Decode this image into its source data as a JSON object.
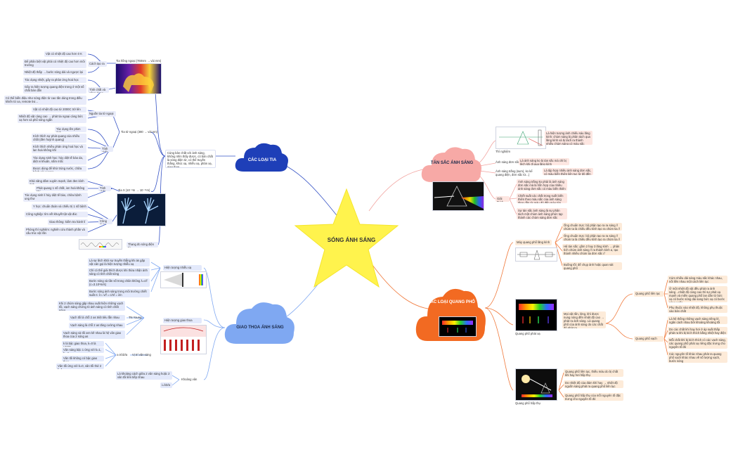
{
  "center": {
    "title": "SÓNG ÁNH SÁNG",
    "color": "#fff34d"
  },
  "branches": {
    "tia": {
      "title": "CÁC LOẠI TIA",
      "color": "#1e3fb8"
    },
    "tansac": {
      "title": "TÁN SẮC ÁNH SÁNG",
      "color": "#f7a9a6"
    },
    "quangpho": {
      "title": "CÁC LOẠI QUANG PHỔ",
      "color": "#f26a22"
    },
    "giaothoa": {
      "title": "GIAO THOA ÁNH SÁNG",
      "color": "#7fa8f2"
    }
  },
  "tia": {
    "summary": "Cùng bản chất với ánh sáng, không nhìn thấy được, có bản chất là sóng điện từ, có thể truyền thẳng, khúc xạ, nhiễu xạ, phản xạ, giao thoa",
    "hongngoai": {
      "label": "Tia hồng ngoại (760nm → vài mm)",
      "cachtaora": "Cách tạo ra",
      "cachtaora_items": [
        "Vật có nhiệt độ cao hơn 0 K",
        "Để phân biệt vật phải có nhiệt độ cao hơn môi trường",
        "Nhiệt độ thấp → bước sóng dài và ngược lại"
      ],
      "tinhchat": "Tính chất và công dụng",
      "tinhchat_items": [
        "Tác dụng nhiệt, gây ra phản ứng hoá học",
        "Gây ra hiện tượng quang điện trong ở một số chất bán dẫn",
        "Có thể biến điệu như sóng điện từ cao tần dùng trong điều khiển từ xa, remote tivi..."
      ]
    },
    "tungoai": {
      "label": "Tia tử ngoại (380 → vài nm)",
      "nguon": "Nguồn tia tử ngoại",
      "nguon_items": [
        "Vật có nhiệt độ cao từ 2000C trở lên",
        "Nhiệt độ vật càng cao → phát tia ngoại càng bức xạ hơn và phổ sóng ngắn"
      ],
      "tinhchat": "Tính chất",
      "tinhchat_items": [
        "Tác dụng lên phim ảnh",
        "Kích thích sự phát quang của nhiều chất (đèn huỳnh quang)",
        "Kích thích nhiều phản ứng hoá học và lan hoá không khí",
        "Tác dụng sinh học: hủy diệt tế bào da, diệt vi khuẩn, nấm mốc",
        "Được dùng để khử trùng nước, chữa bệnh còi xương"
      ]
    },
    "x": {
      "label": "Tia X (10⁻⁸m → 10⁻¹¹m)",
      "tinhchat": "Tính chất",
      "tinhchat_items": [
        "Khả năng đâm xuyên mạnh, làm đen kính ảnh",
        "Phát quang 1 số chất, ion hoá không khí",
        "Tác dụng sinh lí hủy diệt tế bào, chữa bệnh ung thư"
      ],
      "congdung": "Công dụng",
      "congdung_items": [
        "Y học: chuẩn đoán và chiếu trị 1 số bệnh",
        "Công nghiệp: tìm vết khuyết tật vật đúc",
        "Giao thông: kiểm tra hành lí",
        "Phòng thí nghiệm: nghiên cứu thành phần và cấu trúc vật rắn"
      ]
    },
    "thangsong": "Thang đo sóng điện từ"
  },
  "tansac": {
    "thinghiem": "Thí nghiệm",
    "thinghiem_desc": "Là hiện tượng ánh chiếu sáu lăng kính: chùm sáng bị phân tách qua lăng kính và bị tách ra thành nhiều chùm sáng có màu sắc khác nhau, lớn nhất, tím lệch ít nhất",
    "asdonsac": "Ánh sáng đơn sắc",
    "asdonsac_desc": "Là ánh sáng ko bị tán sắc mà chỉ bị lệch khi đi qua lăng kính",
    "astrang": "Ánh sáng trắng (sum), ko kể quang điện, đơn sắc từ...)",
    "astrang_desc": "Là tập hợp nhiều ánh sáng đơn sắc, có màu biến thiên liên tục từ đỏ đến tím",
    "giaithich": "Giải thích",
    "giaithich_items": [
      "Ánh sáng trắng ko phải là ánh sáng đơn sắc mà là hỗn hợp của nhiều ánh sáng đơn sắc có màu biến thiên liên tục từ đỏ tới tím",
      "Chiết suất các chất trong suốt biến thiên theo màu sắc của ánh sáng tăng dần từ màu đỏ đến màu tím",
      "Sự tán sắc ánh sáng là sự phân tách một chùm ánh sáng phức tạp thành các chùm sáng đơn sắc"
    ]
  },
  "quangpho": {
    "mayquangpho": "Máy quang phổ lăng kính",
    "mayquangpho_items": [
      "Ống chuẩn trực: bộ phận tạo ra ra sáng // chùm ta là chiếu đều kính tạo ra chùm tia //",
      "Ống chuẩn trực: bộ phận tạo ra ra sáng // chùm ta là chiếu đều kính tạo ra chùm tia //",
      "Hệ tán sắc: gồm 2 hay 3 lăng kính → phân tích chùm ánh sáng // ra thành kính α, tạo thành nhiều chùm tia đơn sắc //",
      "Buồng tối: để chụp ảnh hoặc quan sát quang phổ"
    ],
    "phatxa": "Quang phổ phát xạ",
    "phatxa_desc": "Mọi vật rắn, lỏng, khí được nung nóng đến nhiệt độ cao → phát ra ánh sáng. Là quang phổ của ánh sáng do các chất đó phát ra",
    "lientuc": "Quang phổ liên tục",
    "lientuc_items": [
      "Cùm nhiều dải sáng màu sắc khác nhau, nối liền nhau một cách liên tục",
      "Ở một nhiệt độ vật đều phát ra ánh sáng→nhiệt độ càng cao thì sự phát xạ mạnh và miền quang phổ lan dần từ bức xạ có bước sóng dài sang bức xạ có bước sóng ngắn",
      "Phụ thuộc vào nhiệt độ, không phụ thuộc vào bản chất"
    ],
    "vach": "Quang phổ vạch",
    "vach_items": [
      "Là hệ thống những vạch sáng riêng lẻ, ngăn cách nhau bởi khoảng khoảng tối",
      "Do các chất khí hay hơi ở áp suất thấp phát ra khi bị kích thích bằng nhiệt hay điện",
      "Mỗi chất khí bị kích thích có các vạch sáng, các quang phổ phát xạ riêng đặc trưng cho nguyên tố đó",
      "Các nguyên tố khác nhau phát ra quang phổ vạch khác nhau về số lượng vạch, bước sóng"
    ],
    "hapthu": "Quang phổ hấp thụ",
    "hapthu_items": [
      "Quang phổ liên tục, thiếu màu do bị chất khí hay hơi hấp thụ",
      "Do nhiệt độ của đám khí hay → nhiệt độ nguồn sáng phát ra quang phổ liên tục",
      "Quang phổ hấp thụ của mỗi nguyên tố đặc trưng cho nguyên tố đó"
    ]
  },
  "giaothoa": {
    "nhieuxa": "Hiện tượng nhiễu xạ",
    "nhieuxa_items": [
      "Là sự lệch khỏi sự truyền thẳng khi ás gặp vật cản gọi là hiện tượng nhiễu xạ",
      "Chỉ có thể giải thích được khi thừa nhận ánh sáng có tính chất sóng",
      "Bước sóng và tần số trong chân không λ=c/f (c=3.10⁸m/s)",
      "Bước sóng ánh sáng trong môi trường chiết suất n: λ'= v/f = c/nf = λ/n"
    ],
    "giaothoa_label": "Hiện tượng giao thoa",
    "tn": "TN Young",
    "tn_items": [
      "Khi 2 chùm sáng gặp nhau xuất hiện những vạch tối, vạch sáng chứng tỏ ánh sáng có tính chất sóng",
      "Vạch tối là chỗ 2 as triệt tiêu lẫn nhau",
      "Vạch sáng là chỗ 2 as tăng cường nhau",
      "Vạch sáng và tối xen kẽ nhau là hệ vân giao thoa của 2 sóng as"
    ],
    "vitri": "Vị trí vân sáng",
    "vitri_formula": "x=kλD/a",
    "vitri_items": [
      "k là bậc giao thoa, k=0 là VSTT",
      "Vân sáng bậc 1 ứng với k=1, k=-1",
      "Vân tối không có bậc giao thoa",
      "Vân tối ứng với k=0, vân tối thứ 2 k=1"
    ],
    "khoangvan": "Khoảng vân",
    "khoangvan_desc": "Là khoảng cách giữa 2 vân sáng hoặc 2 vân tối liên tiếp nhau",
    "khoangvan_formula": "i=λD/a"
  }
}
